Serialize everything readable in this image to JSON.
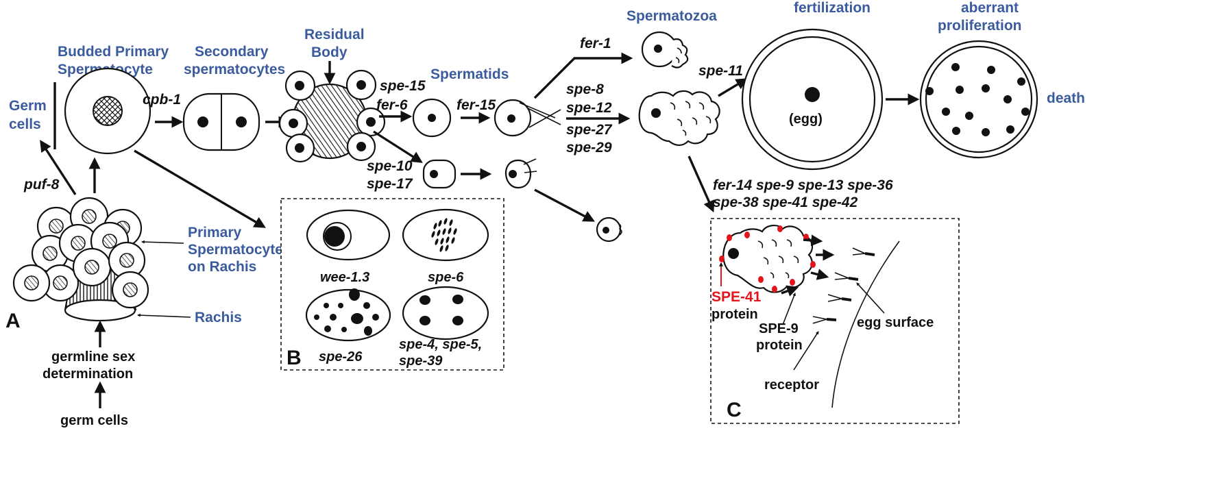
{
  "labels": {
    "germ_cells_top": [
      "Germ",
      "cells"
    ],
    "budded": [
      "Budded Primary",
      "Spermatocyte"
    ],
    "secondary": [
      "Secondary",
      "spermatocytes"
    ],
    "residual": [
      "Residual",
      "Body"
    ],
    "spermatids": "Spermatids",
    "spermatozoa": "Spermatozoa",
    "fertilization": "fertilization",
    "aberrant": [
      "aberrant",
      "proliferation"
    ],
    "death": "death",
    "primary_rachis": [
      "Primary",
      "Spermatocytes",
      "on Rachis"
    ],
    "rachis": "Rachis",
    "germline_sex": [
      "germline sex",
      "determination"
    ],
    "germ_cells_bottom": "germ cells",
    "egg": "(egg)",
    "spe41_protein": [
      "SPE-41",
      "protein"
    ],
    "spe9_protein": [
      "SPE-9",
      "protein"
    ],
    "egg_surface": "egg surface",
    "receptor": "receptor"
  },
  "genes": {
    "puf8": "puf-8",
    "cpb1": "cpb-1",
    "spe15": "spe-15",
    "fer6": "fer-6",
    "fer15": "fer-15",
    "spe10": "spe-10",
    "spe17": "spe-17",
    "fer1": "fer-1",
    "spe8": "spe-8",
    "spe12": "spe-12",
    "spe27": "spe-27",
    "spe29": "spe-29",
    "spe11": "spe-11",
    "fusion_line1": "fer-14 spe-9 spe-13 spe-36",
    "fusion_line2": "spe-38 spe-41 spe-42",
    "wee13": "wee-1.3",
    "spe6": "spe-6",
    "spe26": "spe-26",
    "spe4_line1": "spe-4, spe-5,",
    "spe4_line2": "spe-39"
  },
  "panels": {
    "a": "A",
    "b": "B",
    "c": "C"
  },
  "colors": {
    "label_blue": "#3a5b9e",
    "protein_red": "#e3141b",
    "ink": "#111111"
  }
}
